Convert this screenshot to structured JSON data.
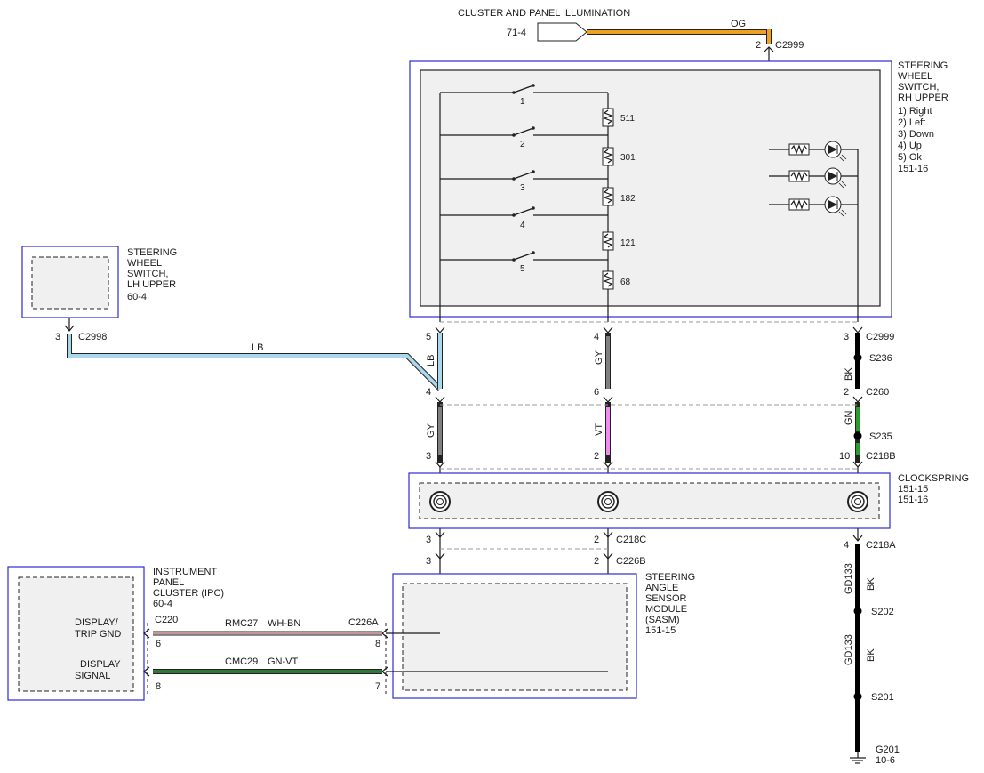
{
  "illumination": {
    "title": "CLUSTER AND PANEL ILLUMINATION",
    "ref": "71-4",
    "wire_color": "OG",
    "pin": "2",
    "connector": "C2999"
  },
  "rh_switch": {
    "title_lines": [
      "STEERING",
      "WHEEL",
      "SWITCH,",
      "RH UPPER"
    ],
    "functions": [
      "1) Right",
      "2) Left",
      "3) Down",
      "4) Up",
      "5) Ok"
    ],
    "ref": "151-16",
    "switch_numbers": [
      "1",
      "2",
      "3",
      "4",
      "5"
    ],
    "resistors": [
      "511",
      "301",
      "182",
      "121",
      "68"
    ]
  },
  "lh_switch": {
    "title_lines": [
      "STEERING",
      "WHEEL",
      "SWITCH,",
      "LH UPPER"
    ],
    "ref": "60-4",
    "pin": "3",
    "connector": "C2998",
    "wire_color": "LB"
  },
  "circuit_a": {
    "pin_top": "5",
    "wire_top": "LB",
    "pin_mid": "4",
    "wire_mid": "GY",
    "pin_low": "3",
    "pin_b1": "3",
    "pin_b2": "3"
  },
  "circuit_b": {
    "pin_top": "4",
    "wire_top": "GY",
    "pin_mid": "6",
    "wire_mid": "VT",
    "pin_low": "2",
    "pin_b1": "2",
    "conn_b1": "C218C",
    "pin_b2": "2",
    "conn_b2": "C226B"
  },
  "circuit_c": {
    "pin_top": "3",
    "conn_top": "C2999",
    "splice_1": "S236",
    "wire_1": "BK",
    "pin_mid": "2",
    "conn_mid": "C260",
    "wire_2": "GN",
    "splice_2": "S235",
    "pin_low": "10",
    "conn_low": "C218B",
    "pin_b1": "4",
    "conn_b1": "C218A",
    "circuit_1": "GD133",
    "wire_3": "BK",
    "splice_3": "S202",
    "circuit_2": "GD133",
    "wire_4": "BK",
    "splice_4": "S201",
    "ground": "G201",
    "ground_ref": "10-6"
  },
  "clockspring": {
    "title": "CLOCKSPRING",
    "refs": [
      "151-15",
      "151-16"
    ]
  },
  "ipc": {
    "title_lines": [
      "INSTRUMENT",
      "PANEL",
      "CLUSTER (IPC)"
    ],
    "ref": "60-4",
    "connector": "C220",
    "pin_1_label_lines": [
      "DISPLAY/",
      "TRIP GND"
    ],
    "pin_1": "6",
    "pin_2_label_lines": [
      "DISPLAY",
      "SIGNAL"
    ],
    "pin_2": "8"
  },
  "sasm": {
    "title_lines": [
      "STEERING",
      "ANGLE",
      "SENSOR",
      "MODULE",
      "(SASM)"
    ],
    "ref": "151-15",
    "connector": "C226A",
    "pin_1": "8",
    "pin_2": "7"
  },
  "wire_1": {
    "circuit": "RMC27",
    "color": "WH-BN"
  },
  "wire_2": {
    "circuit": "CMC29",
    "color": "GN-VT"
  },
  "colors": {
    "OG": "#f0a020",
    "LB": "#a9d8ea",
    "GY": "#808080",
    "VT": "#f08cf0",
    "BK": "#000000",
    "GN": "#2a9a2a",
    "WH-BN": "#c8a0a0",
    "GN-VT": "#2f7a3a",
    "module_border": "#2b2bd6"
  }
}
